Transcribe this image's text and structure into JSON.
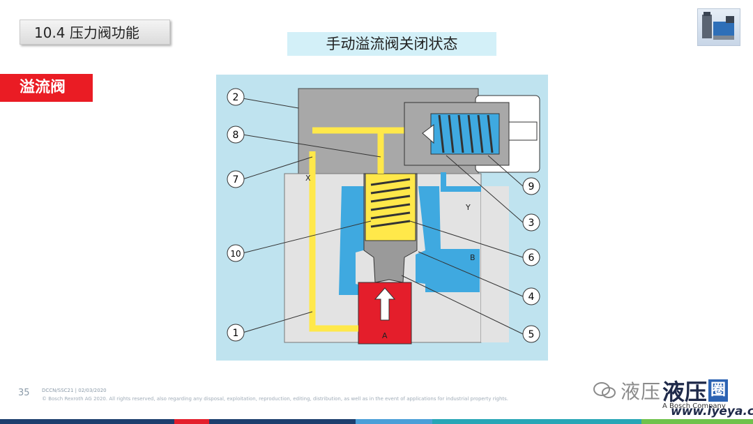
{
  "header": {
    "chapter": "10.4 压力阀功能",
    "title": "手动溢流阀关闭状态",
    "section": "溢流阀"
  },
  "diagram": {
    "callouts": [
      "1",
      "2",
      "3",
      "4",
      "5",
      "6",
      "7",
      "8",
      "9",
      "10"
    ],
    "ports": [
      "X",
      "Y",
      "B",
      "A"
    ]
  },
  "footer": {
    "page_number": "35",
    "code": "DCCN/SSC21 | 02/03/2020",
    "copyright": "© Bosch Rexroth AG 2020. All rights reserved, also regarding any disposal, exploitation, reproduction, editing, distribution, as well as in the event of applications for industrial property rights.",
    "bosch_company": "A Bosch Company"
  },
  "watermark": {
    "text": "液压",
    "big": "液压",
    "box": "圈",
    "url": "www.iyeya.cn"
  },
  "colors": {
    "accent_red": "#ea1c24",
    "title_bg": "#d3f0f8",
    "oil_yellow": "#ffe84a",
    "oil_blue": "#3fa9e0",
    "pressure_red": "#e41e2b",
    "body_gray": "#a8a8a8"
  }
}
